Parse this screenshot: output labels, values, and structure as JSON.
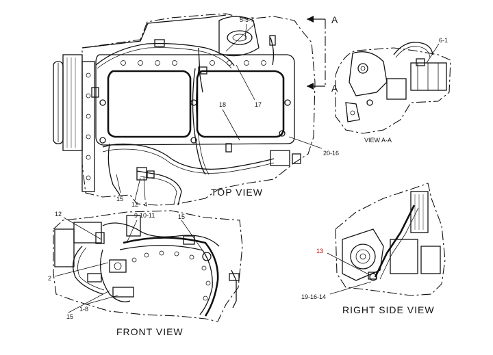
{
  "views": {
    "top": "TOP VIEW",
    "front": "FRONT VIEW",
    "right": "RIGHT SIDE VIEW",
    "a_a": "VIEW A-A"
  },
  "section_letter": "A",
  "callouts": {
    "c_5_3_7": "5-3-7",
    "c_6_1": "6-1",
    "c_17": "17",
    "c_18": "18",
    "c_20_16": "20-16",
    "c_15_top": "15",
    "c_12_top": "12",
    "c_4": "4",
    "c_12_front": "12",
    "c_9_10_11": "9-10-11",
    "c_15_front_top": "15",
    "c_2": "2",
    "c_15_front_bottom": "15",
    "c_1_8": "1-8",
    "c_13": "13",
    "c_19_16_14": "19-16-14"
  },
  "colors": {
    "line": "#111111",
    "highlight": "#cc0000"
  }
}
